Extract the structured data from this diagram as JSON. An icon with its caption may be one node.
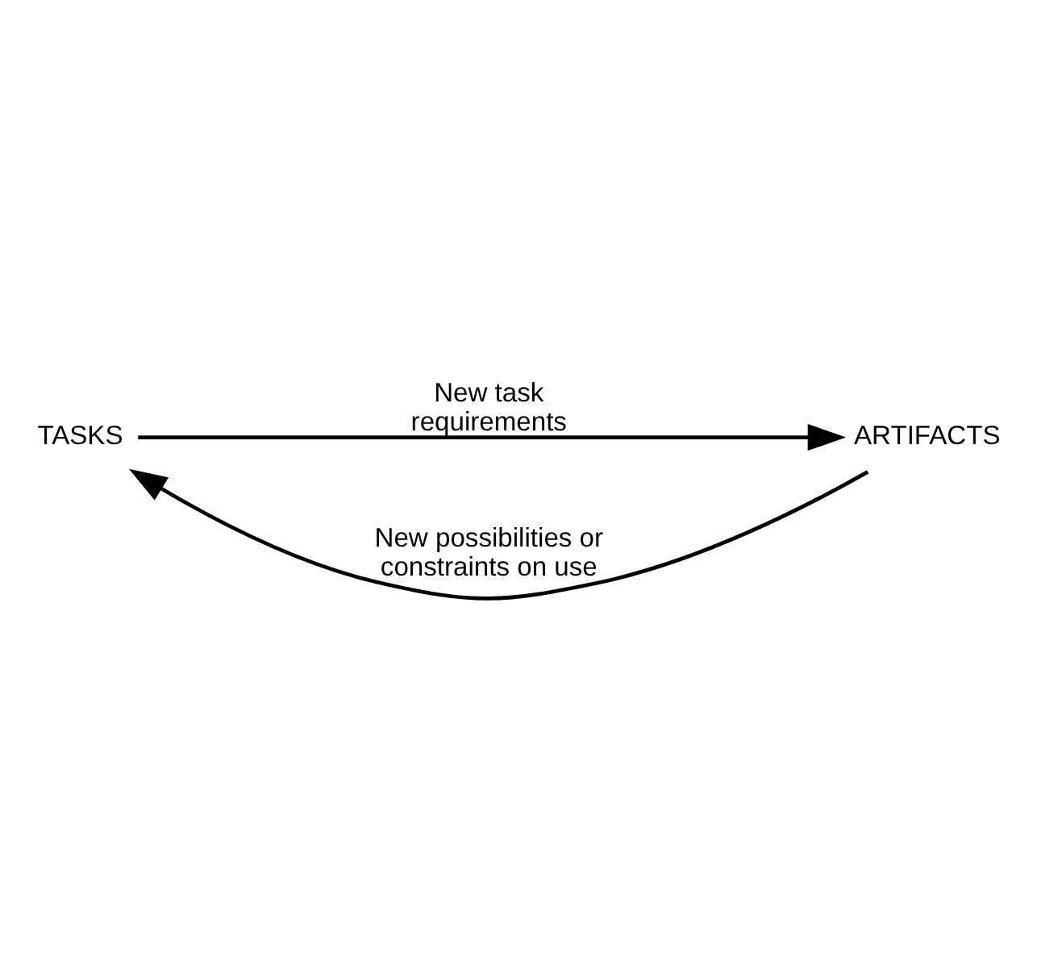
{
  "diagram": {
    "nodes": [
      {
        "text": [
          "TASKS"
        ]
      },
      {
        "text": [
          "ARTIFACTS"
        ]
      }
    ],
    "edges": [
      {
        "from": 1,
        "to": 0,
        "arrow": "to",
        "label": "New possibilities or constraints on use"
      },
      {
        "from": 0,
        "to": 1,
        "arrow": "to",
        "label": "New task requirements"
      }
    ]
  }
}
